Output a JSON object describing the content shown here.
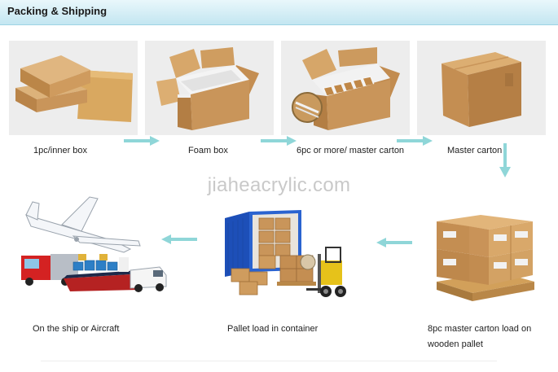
{
  "header": {
    "title": "Packing & Shipping"
  },
  "watermark": "jiaheacrylic.com",
  "steps": {
    "inner_box": "1pc/inner box",
    "foam_box": "Foam box",
    "master_carton_6pc": "6pc or more/ master carton",
    "master_carton": "Master carton",
    "pallet_8pc_line1": "8pc master carton load on",
    "pallet_8pc_line2": "wooden pallet",
    "container": "Pallet load in container",
    "ship_aircraft": "On the ship or Aircraft"
  },
  "colors": {
    "header_top": "#e9f7fb",
    "header_bottom": "#c3e6f1",
    "arrow": "#8fd6d8",
    "cardboard": "#c9955a"
  },
  "icons": [
    "right-arrow-icon",
    "down-arrow-icon",
    "left-arrow-icon"
  ]
}
